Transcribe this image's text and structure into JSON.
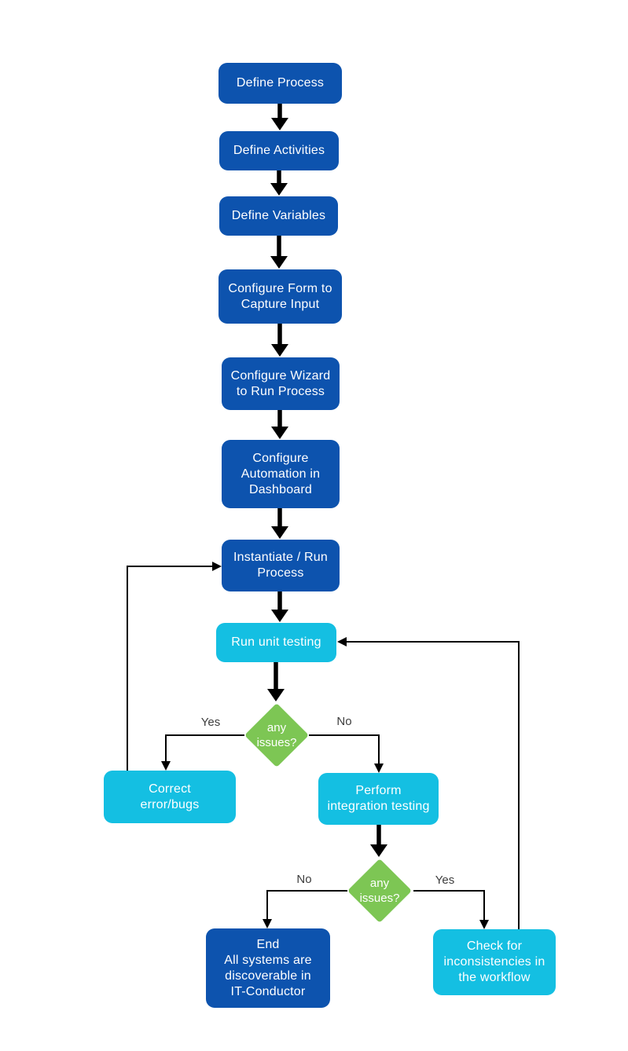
{
  "diagram": {
    "type": "flowchart",
    "background": "#ffffff",
    "colors": {
      "process_box": "#0d53ae",
      "testing_box": "#14bfe2",
      "decision_diamond": "#7dc654",
      "connector": "#000000",
      "box_text": "#ffffff",
      "edge_label_text": "#3d3d3d"
    },
    "nodes": [
      {
        "id": "define-process",
        "kind": "process",
        "label": "Define Process"
      },
      {
        "id": "define-activities",
        "kind": "process",
        "label": "Define Activities"
      },
      {
        "id": "define-variables",
        "kind": "process",
        "label": "Define Variables"
      },
      {
        "id": "configure-form",
        "kind": "process",
        "label": "Configure Form to\nCapture Input"
      },
      {
        "id": "configure-wizard",
        "kind": "process",
        "label": "Configure Wizard\nto Run Process"
      },
      {
        "id": "configure-automation",
        "kind": "process",
        "label": "Configure\nAutomation in\nDashboard"
      },
      {
        "id": "instantiate-run",
        "kind": "process",
        "label": "Instantiate / Run\nProcess"
      },
      {
        "id": "run-unit-testing",
        "kind": "testing",
        "label": "Run unit testing"
      },
      {
        "id": "correct-error-bugs",
        "kind": "testing",
        "label": "Correct\nerror/bugs"
      },
      {
        "id": "perform-integration-testing",
        "kind": "testing",
        "label": "Perform\nintegration testing"
      },
      {
        "id": "end",
        "kind": "process",
        "label": "End\nAll systems are\ndiscoverable in\nIT-Conductor"
      },
      {
        "id": "check-inconsistencies",
        "kind": "testing",
        "label": "Check for\ninconsistencies in\nthe workflow"
      }
    ],
    "decisions": [
      {
        "id": "any-issues-1",
        "label": "any\nissues?"
      },
      {
        "id": "any-issues-2",
        "label": "any\nissues?"
      }
    ],
    "edges": [
      {
        "from": "define-process",
        "to": "define-activities",
        "label": ""
      },
      {
        "from": "define-activities",
        "to": "define-variables",
        "label": ""
      },
      {
        "from": "define-variables",
        "to": "configure-form",
        "label": ""
      },
      {
        "from": "configure-form",
        "to": "configure-wizard",
        "label": ""
      },
      {
        "from": "configure-wizard",
        "to": "configure-automation",
        "label": ""
      },
      {
        "from": "configure-automation",
        "to": "instantiate-run",
        "label": ""
      },
      {
        "from": "instantiate-run",
        "to": "run-unit-testing",
        "label": ""
      },
      {
        "from": "run-unit-testing",
        "to": "any-issues-1",
        "label": ""
      },
      {
        "from": "any-issues-1",
        "to": "correct-error-bugs",
        "label": "Yes"
      },
      {
        "from": "any-issues-1",
        "to": "perform-integration-testing",
        "label": "No"
      },
      {
        "from": "correct-error-bugs",
        "to": "instantiate-run",
        "label": ""
      },
      {
        "from": "perform-integration-testing",
        "to": "any-issues-2",
        "label": ""
      },
      {
        "from": "any-issues-2",
        "to": "end",
        "label": "No"
      },
      {
        "from": "any-issues-2",
        "to": "check-inconsistencies",
        "label": "Yes"
      },
      {
        "from": "check-inconsistencies",
        "to": "run-unit-testing",
        "label": ""
      }
    ]
  }
}
